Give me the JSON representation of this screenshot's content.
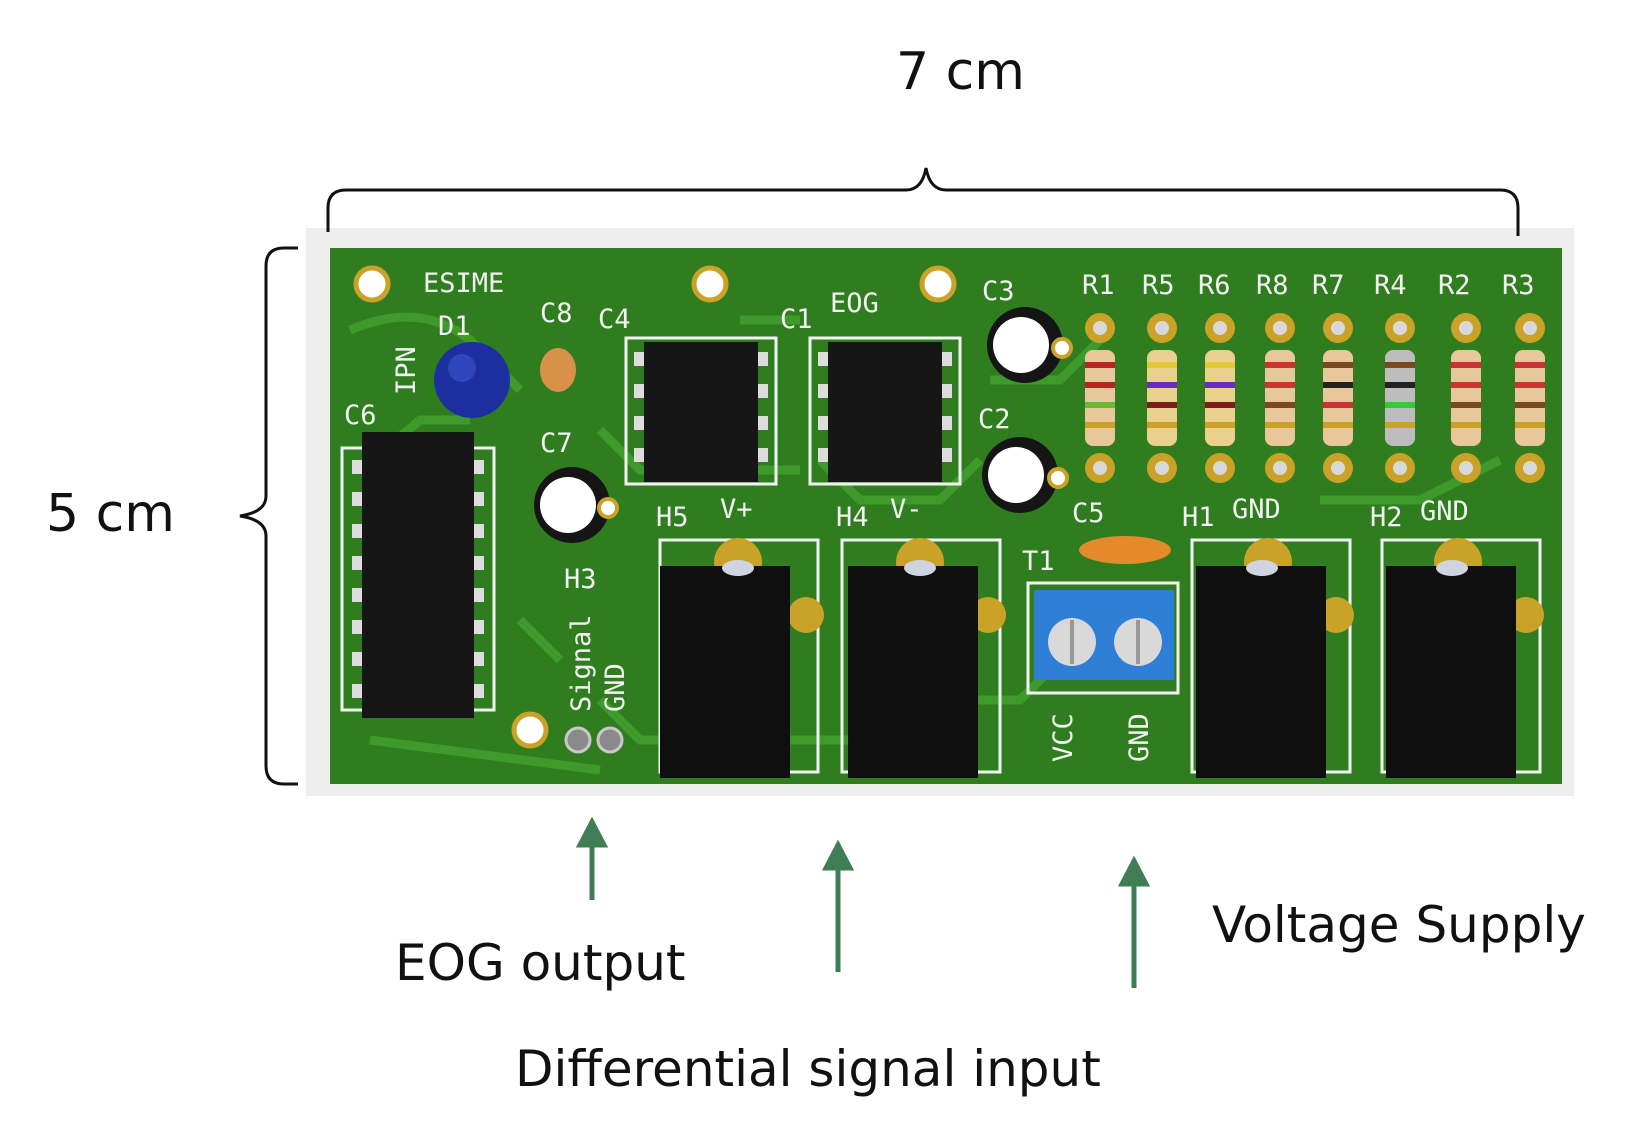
{
  "dimensions": {
    "width_label": "7 cm",
    "height_label": "5 cm"
  },
  "captions": {
    "eog_output": "EOG output",
    "differential_input": "Differential signal input",
    "voltage_supply": "Voltage Supply"
  },
  "silkscreen": {
    "esime": "ESIME",
    "ipn": "IPN",
    "eog": "EOG",
    "d1": "D1",
    "c1": "C1",
    "c2": "C2",
    "c3": "C3",
    "c4": "C4",
    "c5": "C5",
    "c6": "C6",
    "c7": "C7",
    "c8": "C8",
    "r1": "R1",
    "r2": "R2",
    "r3": "R3",
    "r4": "R4",
    "r5": "R5",
    "r6": "R6",
    "r7": "R7",
    "r8": "R8",
    "h1": "H1",
    "h2": "H2",
    "h3": "H3",
    "h4": "H4",
    "h5": "H5",
    "t1": "T1",
    "v_plus": "V+",
    "v_minus": "V-",
    "gnd": "GND",
    "signal": "Signal",
    "vcc": "VCC"
  },
  "colors": {
    "pcb": "#2f7d1f",
    "trace": "#3f9a2c",
    "pad": "#c9a227",
    "arrow": "#3f7d55",
    "terminal": "#2f7fd6"
  }
}
